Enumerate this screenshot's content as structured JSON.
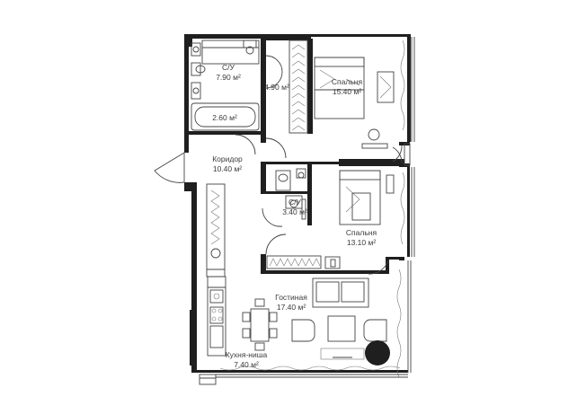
{
  "rooms": [
    {
      "name": "С/У",
      "area": "7.90 м²"
    },
    {
      "name": "",
      "area": "4.90 м²"
    },
    {
      "name": "Спальня",
      "area": "15.40 м²"
    },
    {
      "name": "",
      "area": "2.60 м²"
    },
    {
      "name": "Коридор",
      "area": "10.40 м²"
    },
    {
      "name": "С/У",
      "area": "3.40 м²"
    },
    {
      "name": "Спальня",
      "area": "13.10 м²"
    },
    {
      "name": "Гостиная",
      "area": "17.40 м²"
    },
    {
      "name": "Кухня-ниша",
      "area": "7.40 м²"
    }
  ],
  "colors": {
    "wall": "#1f1f1f",
    "line": "#444444",
    "background": "#ffffff"
  }
}
